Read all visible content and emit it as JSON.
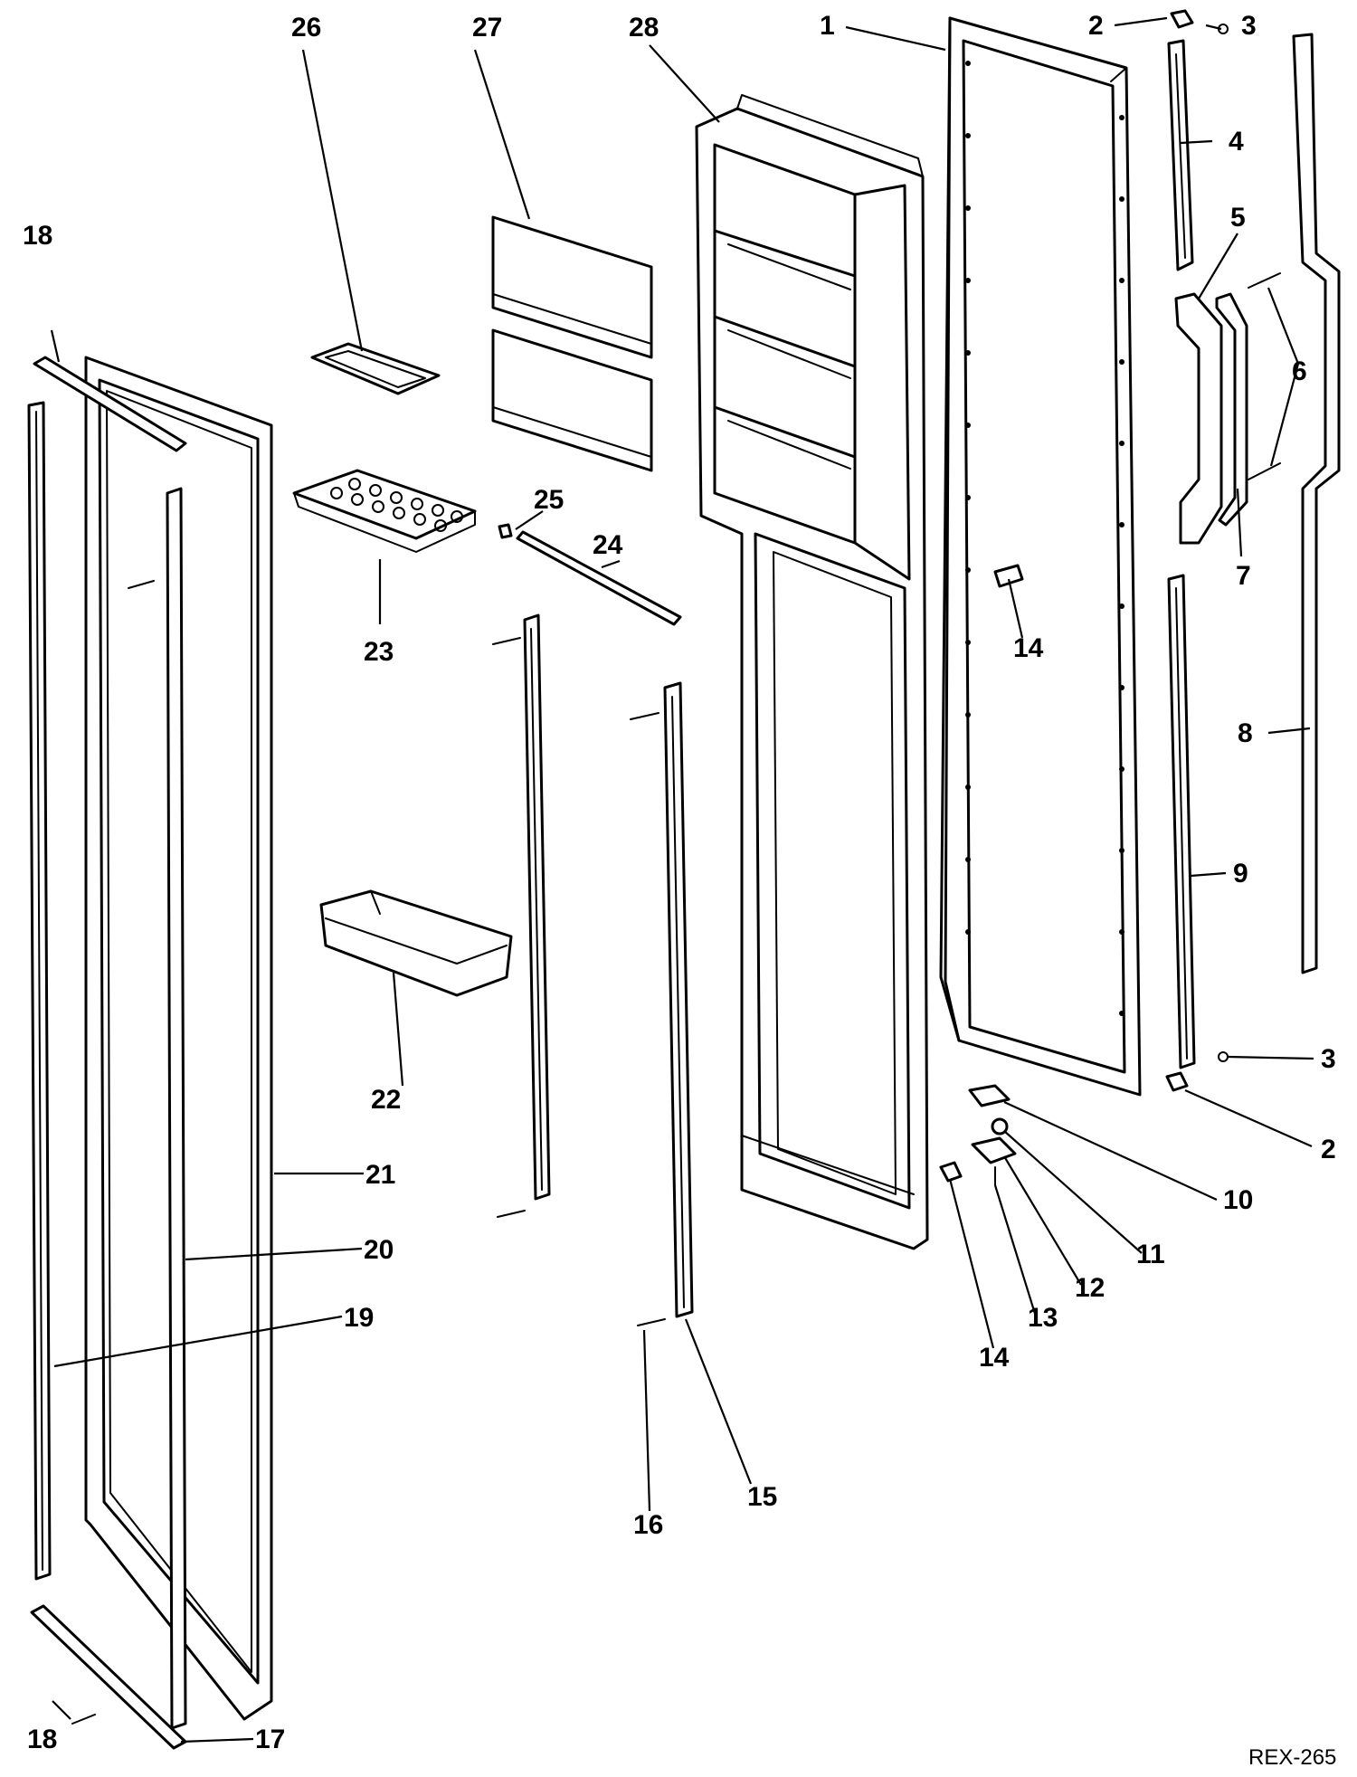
{
  "diagram": {
    "reference_code": "REX-265",
    "callouts": {
      "c1": "1",
      "c2a": "2",
      "c2b": "2",
      "c3a": "3",
      "c3b": "3",
      "c4": "4",
      "c5": "5",
      "c6a": "6",
      "c6b": "6",
      "c7": "7",
      "c8": "8",
      "c9": "9",
      "c10": "10",
      "c11": "11",
      "c12": "12",
      "c13": "13",
      "c14a": "14",
      "c14b": "14",
      "c15": "15",
      "c16": "16",
      "c17": "17",
      "c18a": "18",
      "c18b": "18",
      "c19": "19",
      "c20": "20",
      "c21": "21",
      "c22": "22",
      "c23": "23",
      "c24": "24",
      "c25": "25",
      "c26": "26",
      "c27": "27",
      "c28": "28"
    }
  }
}
